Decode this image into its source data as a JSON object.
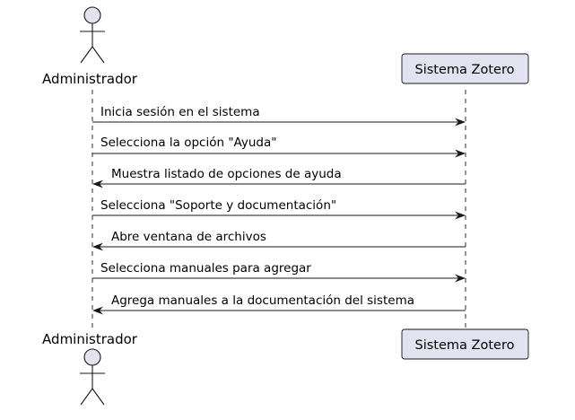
{
  "participants": {
    "actor": {
      "name": "Administrador",
      "kind": "actor"
    },
    "system": {
      "name": "Sistema Zotero",
      "kind": "participant"
    }
  },
  "messages": [
    {
      "from": "actor",
      "to": "system",
      "text": "Inicia sesión en el sistema"
    },
    {
      "from": "actor",
      "to": "system",
      "text": "Selecciona la opción \"Ayuda\""
    },
    {
      "from": "system",
      "to": "actor",
      "text": "Muestra listado de opciones de ayuda"
    },
    {
      "from": "actor",
      "to": "system",
      "text": "Selecciona \"Soporte y documentación\""
    },
    {
      "from": "system",
      "to": "actor",
      "text": "Abre ventana de archivos"
    },
    {
      "from": "actor",
      "to": "system",
      "text": "Selecciona manuales para agregar"
    },
    {
      "from": "system",
      "to": "actor",
      "text": "Agrega manuales a la documentación del sistema"
    }
  ],
  "colors": {
    "participant_fill": "#e2e2f0",
    "participant_stroke": "#181818",
    "actor_fill": "#e2e2f0",
    "lifeline": "#181818",
    "arrow": "#181818"
  }
}
